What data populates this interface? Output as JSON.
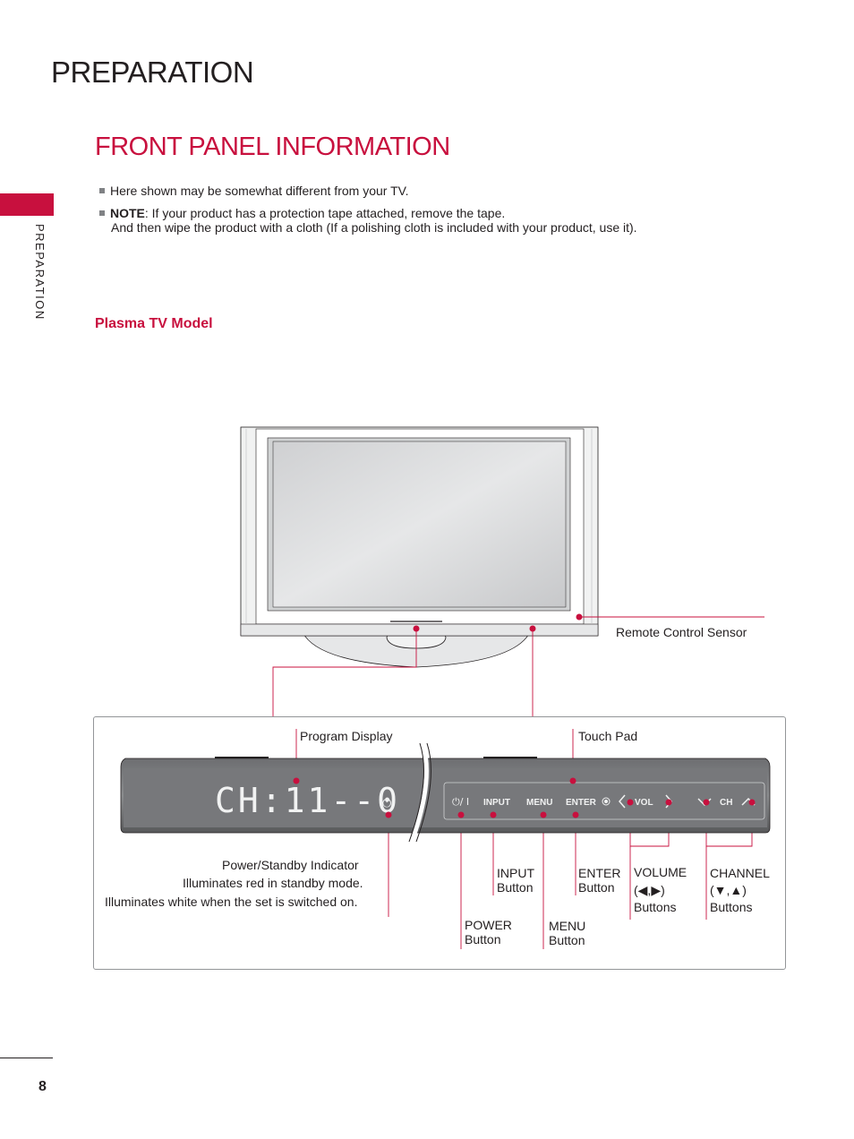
{
  "header": {
    "title": "PREPARATION"
  },
  "side_tab": {
    "label": "PREPARATION"
  },
  "section": {
    "title": "FRONT PANEL INFORMATION"
  },
  "notes": [
    {
      "text": "Here shown may be somewhat different from your TV."
    },
    {
      "bold": "NOTE",
      "text": ": If your product has a protection tape attached, remove the tape.",
      "text2": "And then wipe the product with a cloth (If a polishing cloth is included with your product, use it)."
    }
  ],
  "model": {
    "title": "Plasma TV Model"
  },
  "callouts": {
    "remote_sensor": "Remote Control Sensor",
    "program_display": "Program Display",
    "touch_pad": "Touch Pad",
    "power_indicator": {
      "title": "Power/Standby Indicator",
      "line1": "Illuminates red in standby mode.",
      "line2": "Illuminates white when the set is switched on."
    },
    "input": {
      "title": "INPUT",
      "sub": "Button"
    },
    "enter": {
      "title": "ENTER",
      "sub": "Button"
    },
    "volume": {
      "title": "VOLUME",
      "arrows": "(◀,▶)",
      "sub": "Buttons"
    },
    "channel": {
      "title": "CHANNEL",
      "arrows": "(▼,▲)",
      "sub": "Buttons"
    },
    "power": {
      "title": "POWER",
      "sub": "Button"
    },
    "menu": {
      "title": "MENU",
      "sub": "Button"
    }
  },
  "panel": {
    "display_text": "CH:11--0",
    "power_symbol": "⏻",
    "power_btn": "⏻/ I",
    "input_btn": "INPUT",
    "menu_btn": "MENU",
    "enter_btn": "ENTER",
    "vol_btn": "VOL",
    "ch_btn": "CH"
  },
  "footer": {
    "page_number": "8"
  },
  "colors": {
    "accent": "#c8103e",
    "text": "#231f20"
  }
}
